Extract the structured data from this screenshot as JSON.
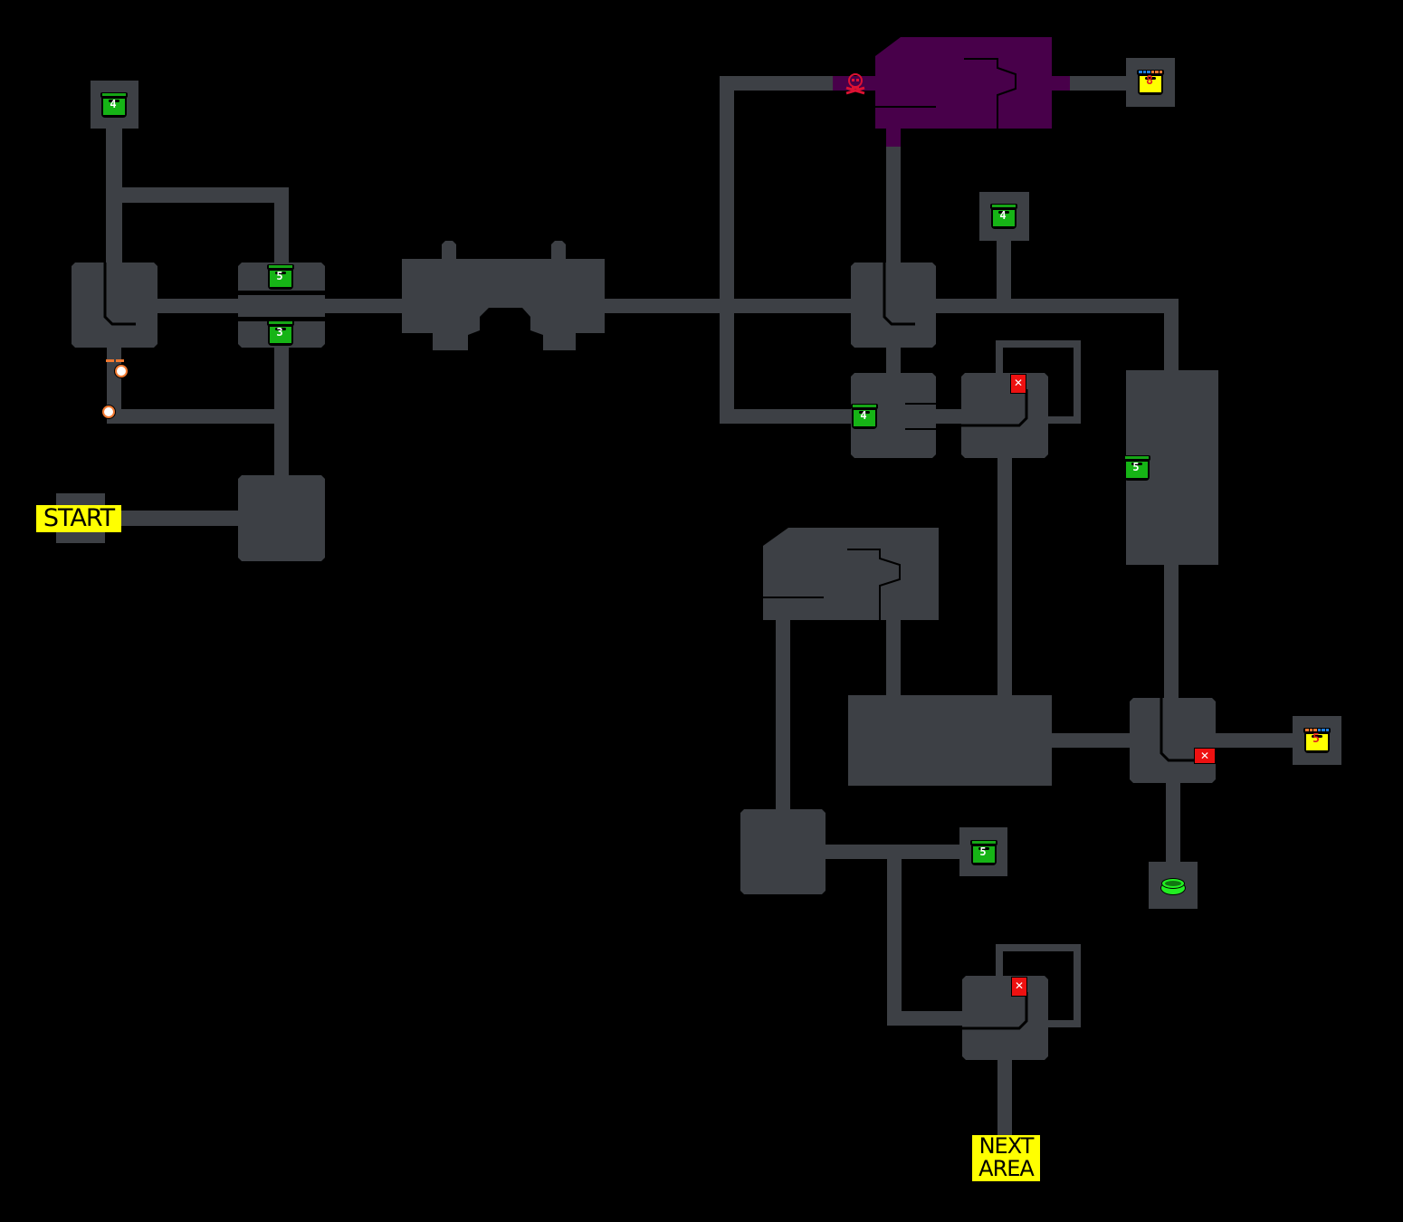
{
  "map": {
    "background": "#000000",
    "room_color": "#3d4045",
    "boss_room_color": "#48004a",
    "labels": {
      "start": "START",
      "next_area_line1": "NEXT",
      "next_area_line2": "AREA"
    },
    "green_chests": [
      {
        "id": "chest-nw",
        "value": "4"
      },
      {
        "id": "chest-junction-top",
        "value": "5"
      },
      {
        "id": "chest-junction-bottom",
        "value": "3"
      },
      {
        "id": "chest-ne",
        "value": "4"
      },
      {
        "id": "chest-mid-left",
        "value": "4"
      },
      {
        "id": "chest-east-tall",
        "value": "5"
      },
      {
        "id": "chest-south",
        "value": "5"
      }
    ],
    "yellow_chests": [
      {
        "id": "ychest-boss",
        "value": "8"
      },
      {
        "id": "ychest-east",
        "value": "5"
      }
    ],
    "locked_doors": [
      {
        "id": "lock-mid",
        "symbol": "✕"
      },
      {
        "id": "lock-east",
        "symbol": "✕"
      },
      {
        "id": "lock-south",
        "symbol": "✕"
      }
    ],
    "colors": {
      "chest_green": "#16b416",
      "chest_yellow": "#ffff00",
      "lock_red": "#ee1111",
      "label_yellow": "#ffff00",
      "skull_red": "#dd1133",
      "portal_green": "#22ee22",
      "marker_orange": "#f07830"
    }
  }
}
